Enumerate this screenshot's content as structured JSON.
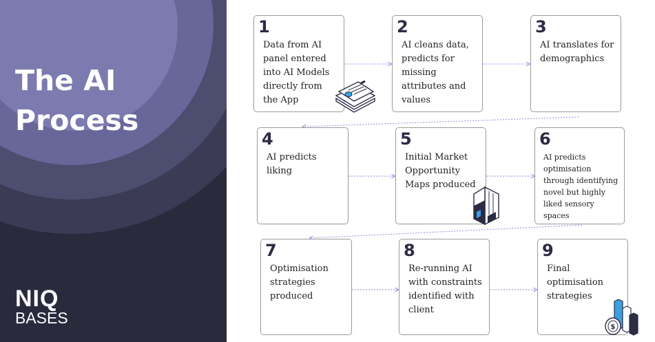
{
  "sidebar": {
    "title_line1": "The AI",
    "title_line2": "Process",
    "logo_line1": "NIQ",
    "logo_line2": "BASES"
  },
  "steps": [
    {
      "number": "1",
      "text": "Data from AI panel entered into AI Models directly from the App"
    },
    {
      "number": "2",
      "text": "AI cleans data, predicts for missing attributes and values"
    },
    {
      "number": "3",
      "text": "AI translates for demographics"
    },
    {
      "number": "4",
      "text": "AI predicts liking"
    },
    {
      "number": "5",
      "text": "Initial Market Opportunity Maps produced"
    },
    {
      "number": "6",
      "text": "AI predicts optimisation through identifying novel but highly liked sensory spaces"
    },
    {
      "number": "7",
      "text": "Optimisation strategies produced"
    },
    {
      "number": "8",
      "text": "Re-running AI with constraints identified with client"
    },
    {
      "number": "9",
      "text": "Final optimisation strategies"
    }
  ],
  "colors": {
    "panel": "#2a2a3d",
    "circle_accent": "#7b7bb0",
    "arrow": "#8a8ae0",
    "icon_accent": "#3aa0e0"
  },
  "icons": [
    "document-stack-icon",
    "box-device-icon",
    "bar-chart-coin-icon"
  ]
}
